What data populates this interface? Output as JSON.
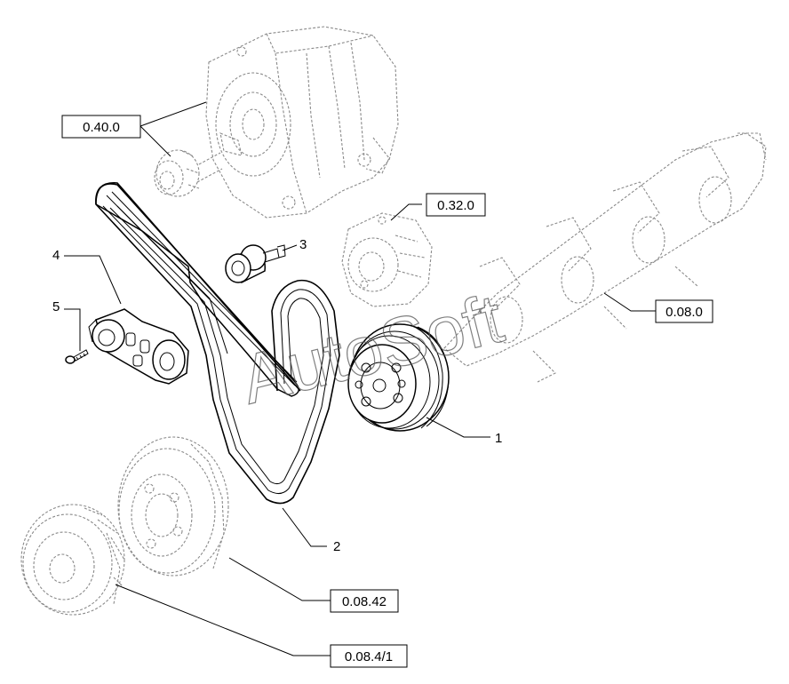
{
  "callouts": {
    "item_1": "1",
    "item_2": "2",
    "item_3": "3",
    "item_4": "4",
    "item_5": "5"
  },
  "references": {
    "alternator": "0.40.0",
    "water_pump": "0.32.0",
    "crankshaft": "0.08.0",
    "damper": "0.08.42",
    "crank_pulley": "0.08.4/1"
  },
  "watermark": "AutoSoft"
}
